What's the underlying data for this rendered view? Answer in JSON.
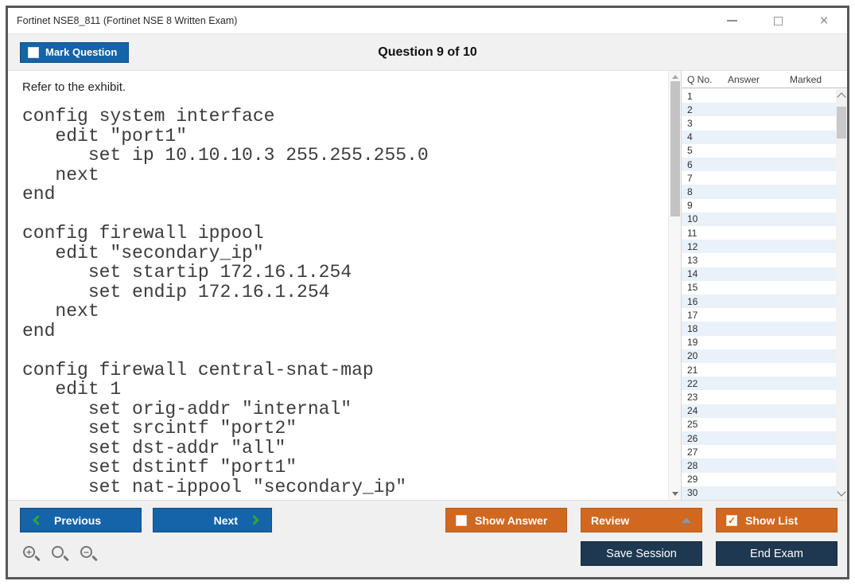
{
  "window": {
    "title": "Fortinet NSE8_811 (Fortinet NSE 8 Written Exam)"
  },
  "header": {
    "mark_question_label": "Mark Question",
    "question_counter": "Question 9 of 10"
  },
  "question": {
    "intro": "Refer to the exhibit.",
    "code": "config system interface\n   edit \"port1\"\n      set ip 10.10.10.3 255.255.255.0\n   next\nend\n\nconfig firewall ippool\n   edit \"secondary_ip\"\n      set startip 172.16.1.254\n      set endip 172.16.1.254\n   next\nend\n\nconfig firewall central-snat-map\n   edit 1\n      set orig-addr \"internal\"\n      set srcintf \"port2\"\n      set dst-addr \"all\"\n      set dstintf \"port1\"\n      set nat-ippool \"secondary_ip\""
  },
  "sidebar": {
    "columns": [
      "Q No.",
      "Answer",
      "Marked"
    ],
    "rows": [
      "1",
      "2",
      "3",
      "4",
      "5",
      "6",
      "7",
      "8",
      "9",
      "10",
      "11",
      "12",
      "13",
      "14",
      "15",
      "16",
      "17",
      "18",
      "19",
      "20",
      "21",
      "22",
      "23",
      "24",
      "25",
      "26",
      "27",
      "28",
      "29",
      "30"
    ]
  },
  "footer": {
    "previous_label": "Previous",
    "next_label": "Next",
    "show_answer_label": "Show Answer",
    "review_label": "Review",
    "show_list_label": "Show List",
    "save_session_label": "Save Session",
    "end_exam_label": "End Exam",
    "show_list_checked": "✓"
  },
  "colors": {
    "primary_blue": "#1563a8",
    "accent_orange": "#d0681f",
    "dark_navy": "#1d3850",
    "chevron_green": "#2fa738",
    "row_alt_blue": "#e9f1f9"
  }
}
